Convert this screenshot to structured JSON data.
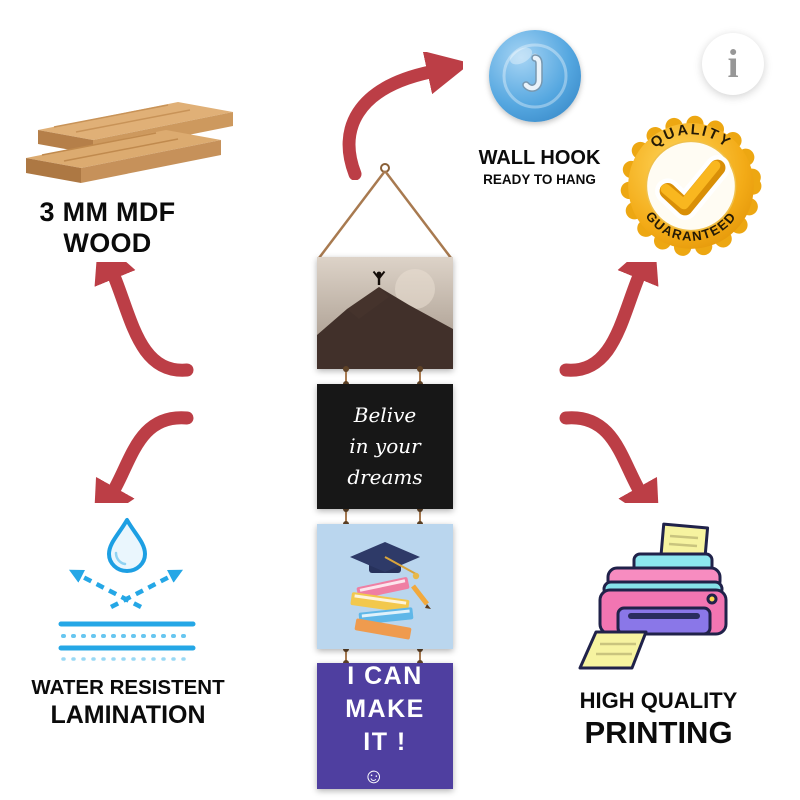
{
  "logo": {
    "letter": "i"
  },
  "mdf": {
    "line1": "3 MM MDF",
    "line2": "WOOD"
  },
  "hook": {
    "title": "WALL HOOK",
    "subtitle": "READY TO HANG"
  },
  "badge": {
    "top": "QUALITY",
    "bottom": "GUARANTEED"
  },
  "lamination": {
    "line1": "WATER RESISTENT",
    "line2": "LAMINATION"
  },
  "printing": {
    "line1": "HIGH QUALITY",
    "line2": "PRINTING"
  },
  "hanging": {
    "quote": {
      "line1": "Belive",
      "line2": "in your",
      "line3": "dreams"
    },
    "motto": {
      "line1": "I CAN",
      "line2": "MAKE",
      "line3": "IT !",
      "smiley": "☺"
    }
  },
  "colors": {
    "arrow_red": "#bc3e46",
    "badge_gold": "#f3ab17",
    "hook_blue": "#55a7e0",
    "lamination_blue": "#25a7e6",
    "panel_black": "#171717",
    "panel_blue": "#bad6ee",
    "panel_purple": "#4f3fa0",
    "rope_brown": "#a87a50"
  }
}
